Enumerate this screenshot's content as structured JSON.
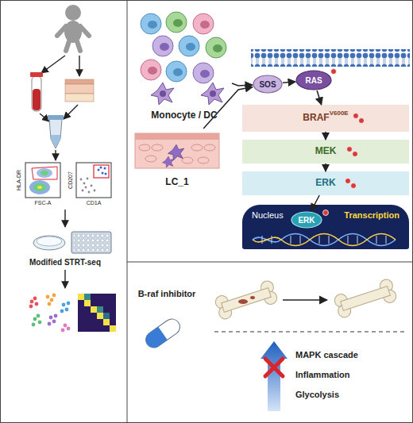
{
  "diagram": {
    "nodes": [
      {
        "text": [
          "Monocyte / DC"
        ]
      },
      {
        "text": [
          "LC_1"
        ]
      },
      {
        "text": [
          "RAS"
        ]
      },
      {
        "text": [
          "SOS"
        ]
      },
      {
        "text": [
          "BRAF",
          "V600E"
        ]
      },
      {
        "text": [
          "MEK"
        ]
      },
      {
        "text": [
          "ERK"
        ]
      },
      {
        "text": [
          "Nucleus",
          "Transcription"
        ]
      },
      {
        "text": [
          "ERK"
        ],
        "in": 7
      }
    ],
    "edges": [
      {
        "from": 0,
        "to": 3,
        "arrow": "to"
      },
      {
        "from": 1,
        "to": 3,
        "arrow": "to"
      },
      {
        "from": 3,
        "to": 2,
        "arrow": "to"
      },
      {
        "from": 2,
        "to": 4,
        "arrow": "to"
      },
      {
        "from": 4,
        "to": 5,
        "arrow": "to"
      },
      {
        "from": 5,
        "to": 6,
        "arrow": "to"
      },
      {
        "from": 6,
        "to": 8,
        "arrow": "to"
      }
    ],
    "labels": [
      "HLA-DR",
      "FSC-A",
      "CD207",
      "CD1A",
      "Modified STRT-seq",
      "B-raf inhibitor",
      "MAPK cascade",
      "Inflammation",
      "Glycolysis"
    ]
  }
}
